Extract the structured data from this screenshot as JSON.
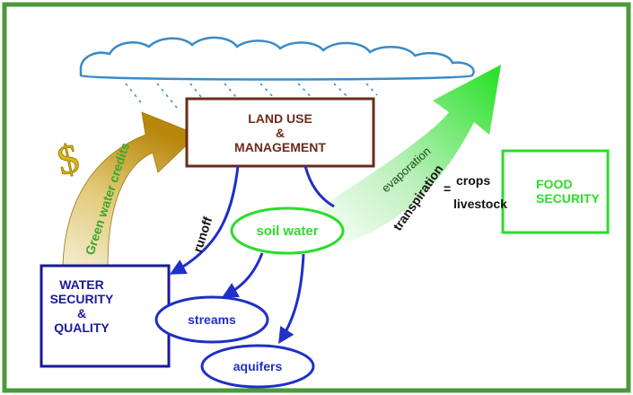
{
  "boxes": {
    "land_use": "LAND USE",
    "land_amp": "&",
    "land_mgmt": "MANAGEMENT",
    "food_1": "FOOD",
    "food_2": "SECURITY",
    "water_1": "WATER",
    "water_2": "SECURITY",
    "water_3": "&",
    "water_4": "QUALITY"
  },
  "ellipses": {
    "soil": "soil water",
    "streams": "streams",
    "aquifers": "aquifers"
  },
  "labels": {
    "runoff": "runoff",
    "evaporation": "evaporation",
    "transpiration": "transpiration",
    "equals": "=",
    "crops": "crops",
    "livestock": "livestock",
    "credits": "Green water credits",
    "dollar": "$"
  },
  "colors": {
    "frame": "#4a9a3a",
    "brown": "#6b2b1a",
    "blue": "#1a1a9a",
    "arrow_blue": "#1f2fc8",
    "green": "#2ddc2d",
    "gold": "#b8860b",
    "cloud": "#3a8ac8"
  }
}
